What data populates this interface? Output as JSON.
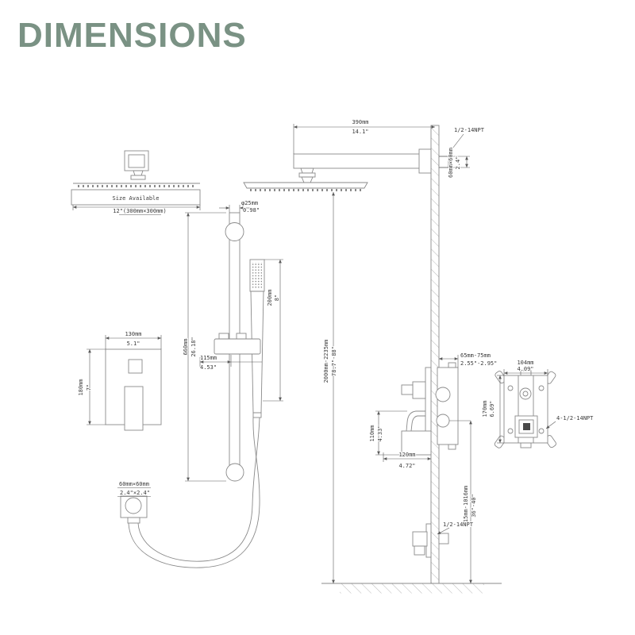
{
  "title": "DIMENSIONS",
  "colors": {
    "title_green": "#7a9284",
    "line_gray": "#8a8a8a",
    "text_dark": "#3a3a3a"
  },
  "labels": {
    "head_left": {
      "size_available": "Size Available",
      "size_value": "12\"(300mm×300mm)"
    },
    "arm": {
      "mm": "390mm",
      "inch": "14.1\""
    },
    "arm_npt": "1/2-14NPT",
    "flange": {
      "mm": "60mm×60mm",
      "inch": "2.4\""
    },
    "bar_dia": {
      "mm": "φ25mm",
      "inch": "0.98\""
    },
    "handshower": {
      "mm": "200mm",
      "inch": "8\""
    },
    "bar_len": {
      "mm": "660mm",
      "inch": "26.18\""
    },
    "holder": {
      "mm": "115mm",
      "inch": "4.53\""
    },
    "mixer_w": {
      "mm": "130mm",
      "inch": "5.1\""
    },
    "mixer_h": {
      "mm": "180mm",
      "inch": "7\""
    },
    "elbow": {
      "mm": "60mm×60mm",
      "inch": "2.4\"×2.4\""
    },
    "height": {
      "mm": "2000mm-2235mm",
      "inch": "78.7\"-88\""
    },
    "valve_depth": {
      "mm": "65mm-75mm",
      "inch": "2.55\"-2.95\""
    },
    "valve_h": {
      "mm": "110mm",
      "inch": "4.33\""
    },
    "valve_w": {
      "mm": "120mm",
      "inch": "4.72\""
    },
    "roughin_w": {
      "mm": "104mm",
      "inch": "4.09\""
    },
    "roughin_h": {
      "mm": "170mm",
      "inch": "6.69\""
    },
    "roughin_npt": "4-1/2-14NPT",
    "supply_h": {
      "mm": "915mm-1016mm",
      "inch": "36\"-40\""
    },
    "supply_npt": "1/2-14NPT"
  }
}
